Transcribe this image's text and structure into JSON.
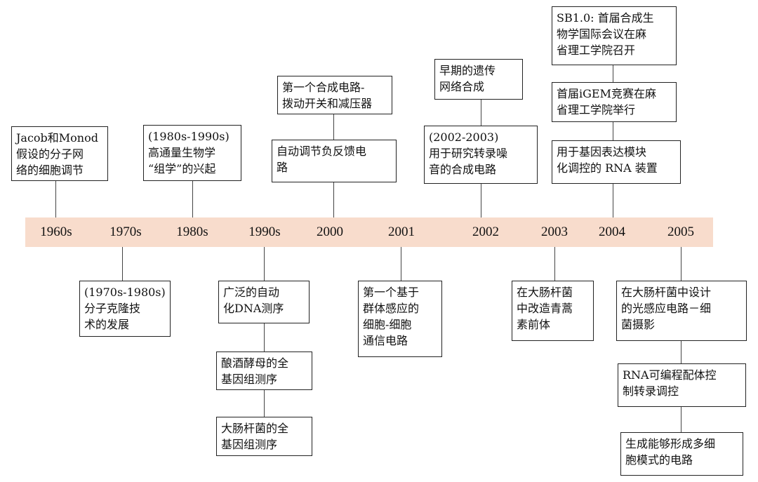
{
  "years": [
    "1960s",
    "1970s",
    "1980s",
    "1990s",
    "2000",
    "2001",
    "2002",
    "2003",
    "2004",
    "2005"
  ],
  "events": {
    "jacob_monod": "Jacob和Monod\n假设的分子网\n络的细胞调节",
    "cloning": "(1970s-1980s)\n分子克隆技\n术的发展",
    "omics": "(1980s-1990s)\n高通量生物学\n“组学”的兴起",
    "dna_sequencing": "广泛的自动\n化DNA测序",
    "yeast_genome": "酿酒酵母的全\n基因组测序",
    "ecoli_genome": "大肠杆菌的全\n基因组测序",
    "first_circuit": "第一个合成电路-\n拨动开关和减压器",
    "negative_feedback": "自动调节负反馈电\n路",
    "quorum_sensing": "第一个基于\n群体感应的\n细胞-细胞\n通信电路",
    "early_network": "早期的遗传\n网络合成",
    "noise_circuit": "(2002-2003)\n用于研究转录噪\n音的合成电路",
    "artemisinin": "在大肠杆菌\n中改造青蒿\n素前体",
    "sb1": "SB1.0: 首届合成生\n物学国际会议在麻\n省理工学院召开",
    "igem": "首届iGEM竞赛在麻\n省理工学院举行",
    "rna_device": "用于基因表达模块\n化调控的 RNA 装置",
    "light_sensing": "在大肠杆菌中设计\n的光感应电路－细\n菌摄影",
    "rna_aptamer": "RNA可编程配体控\n制转录调控",
    "multicellular": "生成能够形成多细\n胞模式的电路"
  }
}
